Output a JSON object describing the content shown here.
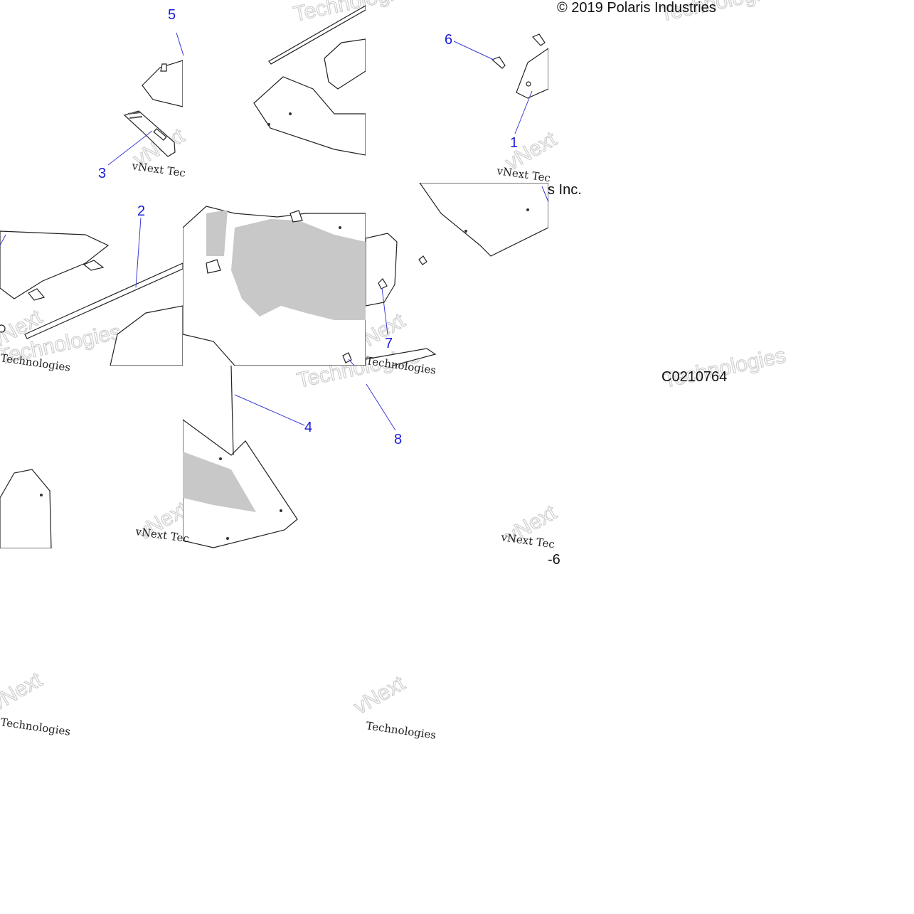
{
  "copyright": "© 2019 Polaris Industries",
  "copyright_tail": "s Inc.",
  "figure_code": "C0210764",
  "page_ref": "-6",
  "watermark": {
    "line1": "vNext Tec",
    "line2": "Technologies",
    "ghost_a": "vNext",
    "ghost_b": "Technologies"
  },
  "callouts": {
    "c1": "1",
    "c2": "2",
    "c3": "3",
    "c4": "4",
    "c5": "5",
    "c6": "6",
    "c7": "7",
    "c8": "8"
  },
  "colors": {
    "callout": "#1a1ad6",
    "line_art": "#222222",
    "shading": "#c8c8c8"
  }
}
